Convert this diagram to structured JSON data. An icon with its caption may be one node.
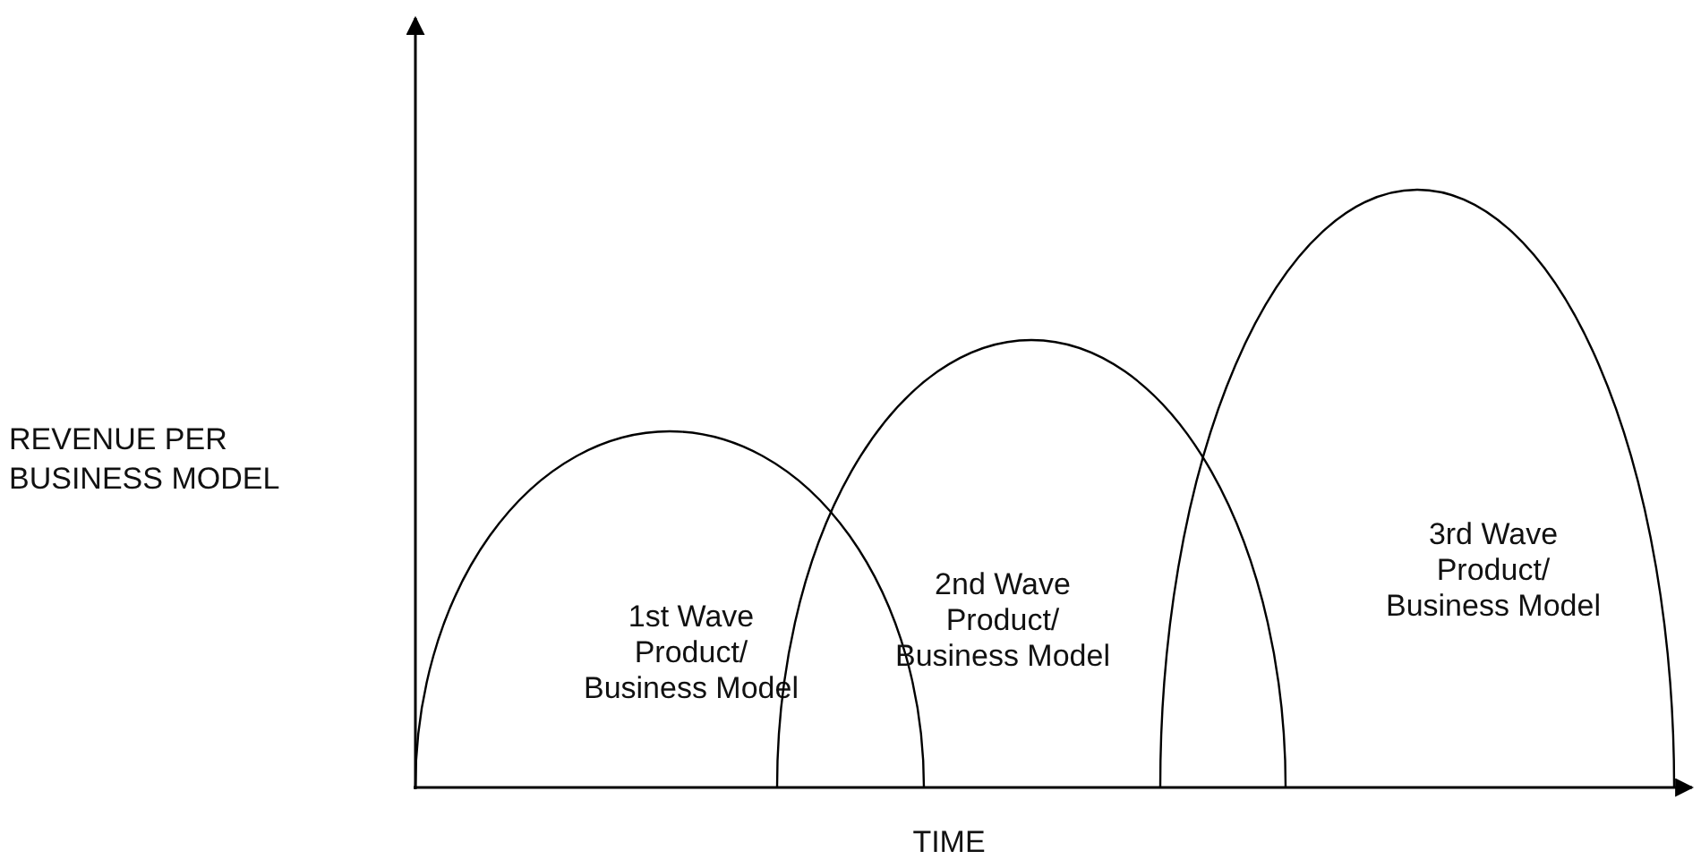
{
  "diagram": {
    "nodes": [
      {
        "text": [
          "1st Wave Product/ Business Model"
        ]
      },
      {
        "text": [
          "2nd Wave Product/ Business Model"
        ]
      },
      {
        "text": [
          "3rd Wave Product/ Business Model"
        ]
      }
    ],
    "edges": [],
    "labels": [
      "REVENUE PER BUSINESS MODEL",
      "TIME"
    ]
  }
}
